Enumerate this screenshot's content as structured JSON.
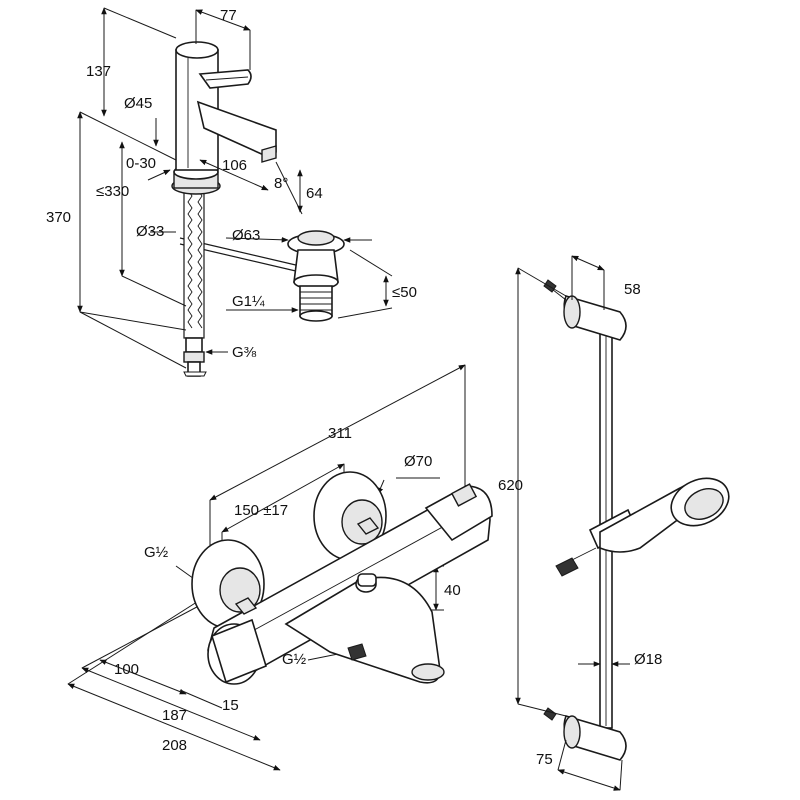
{
  "labels": {
    "basin_height_top": "137",
    "basin_spout_offset": "77",
    "basin_body_diameter": "Ø45",
    "basin_plate_range": "0-30",
    "basin_spout_reach": "106",
    "basin_spout_angle": "8°",
    "basin_spout_height": "64",
    "basin_max_depth": "≤330",
    "basin_total_height": "370",
    "basin_hole_diameter": "Ø33",
    "waste_cap_diameter": "Ø63",
    "waste_depth": "≤50",
    "waste_thread": "G1¼",
    "supply_thread": "G⅜",
    "bath_width": "311",
    "bath_rose_diameter": "Ø70",
    "bath_centres": "150 ±17",
    "bath_inlet_left": "G½",
    "bath_spout_drop": "40",
    "bath_outlet": "G½",
    "bath_depth_100": "100",
    "bath_depth_15": "15",
    "bath_depth_187": "187",
    "bath_depth_208": "208",
    "rail_bracket_depth": "58",
    "rail_length": "620",
    "rail_diameter": "Ø18",
    "rail_bottom_depth": "75"
  }
}
